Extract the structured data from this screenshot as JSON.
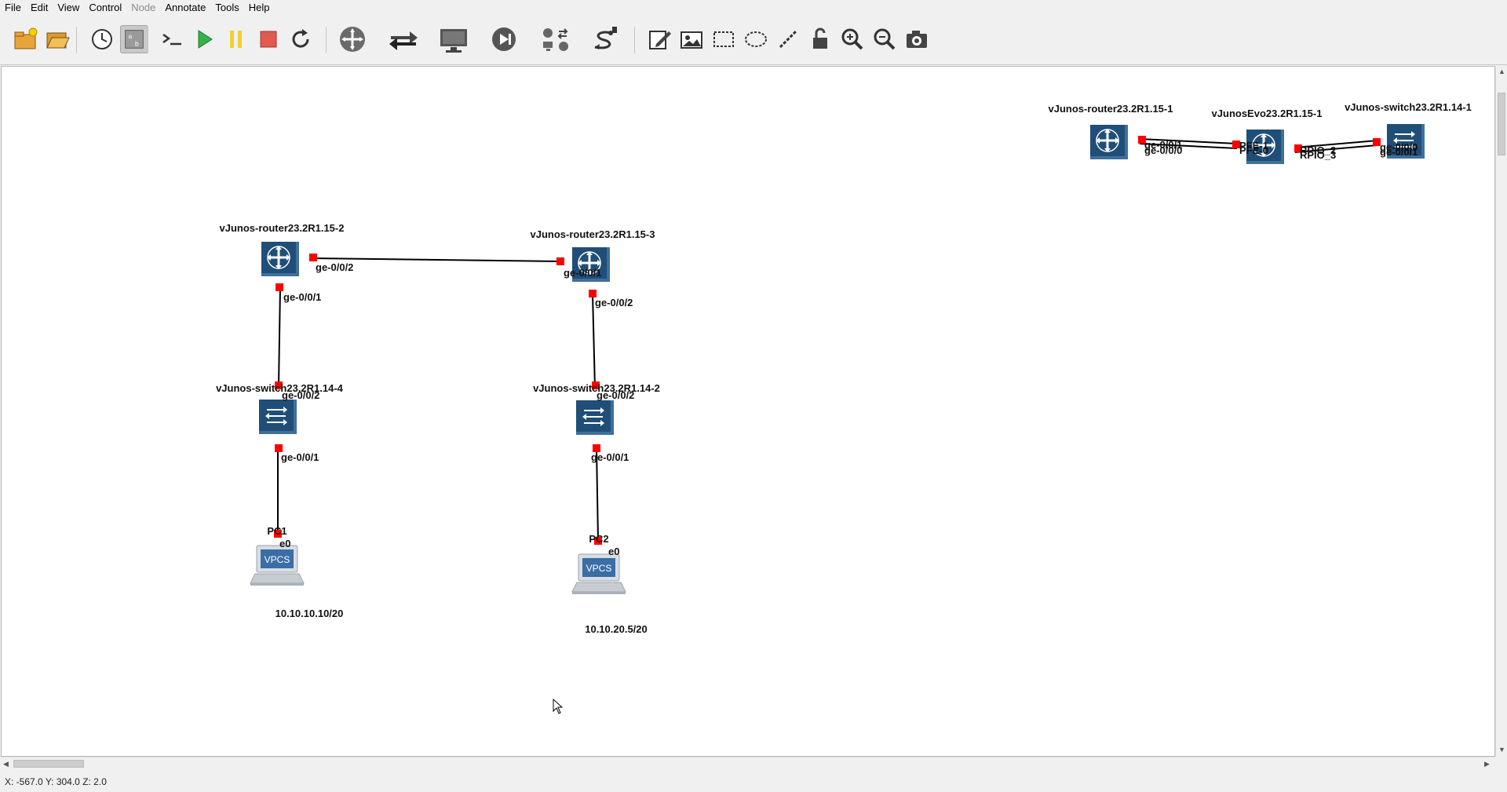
{
  "menu": [
    {
      "label": "File",
      "disabled": false
    },
    {
      "label": "Edit",
      "disabled": false
    },
    {
      "label": "View",
      "disabled": false
    },
    {
      "label": "Control",
      "disabled": false
    },
    {
      "label": "Node",
      "disabled": true
    },
    {
      "label": "Annotate",
      "disabled": false
    },
    {
      "label": "Tools",
      "disabled": false
    },
    {
      "label": "Help",
      "disabled": false
    }
  ],
  "toolbar": [
    {
      "name": "new-project-icon"
    },
    {
      "name": "open-project-icon"
    },
    {
      "name": "snapshot-icon"
    },
    {
      "name": "show-interface-labels-icon",
      "pressed": true
    },
    {
      "name": "console-icon"
    },
    {
      "name": "start-icon"
    },
    {
      "name": "suspend-icon"
    },
    {
      "name": "stop-icon"
    },
    {
      "name": "reload-icon"
    },
    {
      "name": "browse-routers-icon"
    },
    {
      "name": "browse-switches-icon"
    },
    {
      "name": "browse-end-devices-icon"
    },
    {
      "name": "browse-security-icon"
    },
    {
      "name": "browse-all-devices-icon"
    },
    {
      "name": "add-link-icon"
    },
    {
      "name": "add-note-icon"
    },
    {
      "name": "insert-image-icon"
    },
    {
      "name": "draw-rectangle-icon"
    },
    {
      "name": "draw-ellipse-icon"
    },
    {
      "name": "draw-line-icon"
    },
    {
      "name": "lock-icon"
    },
    {
      "name": "zoom-in-icon"
    },
    {
      "name": "zoom-out-icon"
    },
    {
      "name": "screenshot-icon"
    }
  ],
  "nodes": [
    {
      "id": "r1",
      "type": "router",
      "label": "vJunos-router23.2R1.15-1"
    },
    {
      "id": "evo",
      "type": "router",
      "label": "vJunosEvo23.2R1.15-1"
    },
    {
      "id": "s1",
      "type": "switch",
      "label": "vJunos-switch23.2R1.14-1"
    },
    {
      "id": "r2",
      "type": "router",
      "label": "vJunos-router23.2R1.15-2"
    },
    {
      "id": "r3",
      "type": "router",
      "label": "vJunos-router23.2R1.15-3"
    },
    {
      "id": "s4",
      "type": "switch",
      "label": "vJunos-switch23.2R1.14-4"
    },
    {
      "id": "s2",
      "type": "switch",
      "label": "vJunos-switch23.2R1.14-2"
    },
    {
      "id": "pc1",
      "type": "vpcs",
      "label": "PC1",
      "badge": "VPCS"
    },
    {
      "id": "pc2",
      "type": "vpcs",
      "label": "PC2",
      "badge": "VPCS"
    }
  ],
  "port_labels": {
    "r2_a": "ge-0/0/2",
    "r2_b": "ge-0/0/1",
    "r3_a": "ge-0/0/1",
    "r3_b": "ge-0/0/2",
    "s4_a": "ge-0/0/2",
    "s4_b": "ge-0/0/1",
    "s2_a": "ge-0/0/2",
    "s2_b": "ge-0/0/1",
    "pc1_a": "e0",
    "pc2_a": "e0",
    "r1_a": "ge-0/0/1",
    "r1_b": "ge-0/0/0",
    "evo_a": "PFE-1",
    "evo_b": "PFE-0",
    "evo_c": "RPIO_2",
    "evo_d": "RPIO_3",
    "s1_a": "ge-0/0/0",
    "s1_b": "ge-0/0/1"
  },
  "notes": [
    "10.10.10.10/20",
    "10.10.20.5/20"
  ],
  "status": "X: -567.0 Y: 304.0 Z: 2.0",
  "colors": {
    "device": "#1f4e79",
    "port": "#ff0000",
    "link": "#000000",
    "vpcs": "#3a6ea5"
  }
}
